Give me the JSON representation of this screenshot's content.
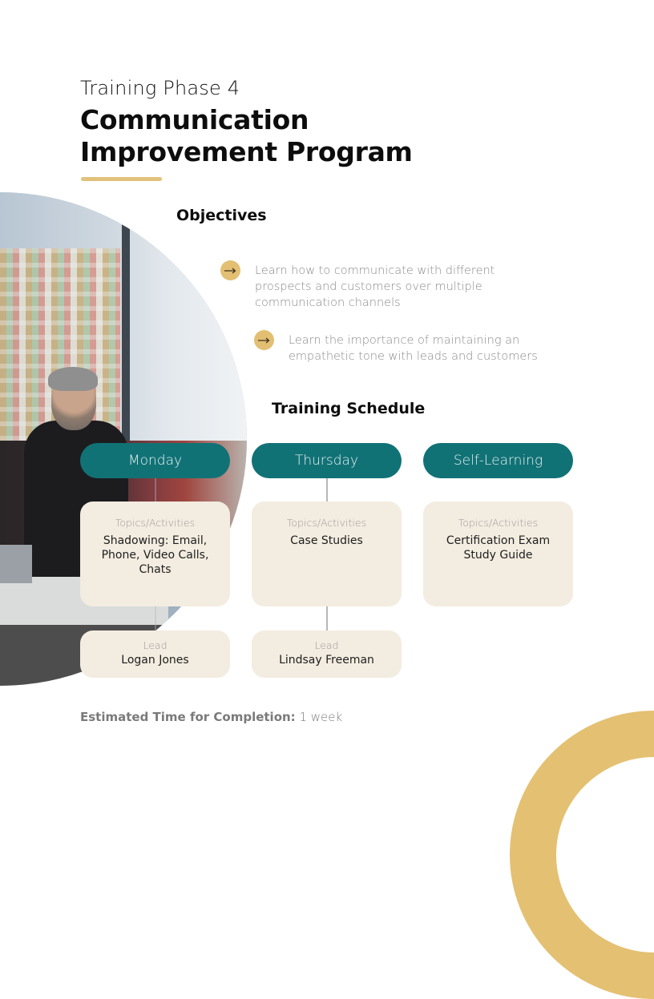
{
  "header": {
    "subtitle": "Training Phase 4",
    "title_line1": "Communication",
    "title_line2": "Improvement Program"
  },
  "objectives": {
    "heading": "Objectives",
    "bullet_icon": "arrow-right-icon",
    "items": [
      {
        "text": "Learn how to communicate with different prospects and customers over multiple communication channels"
      },
      {
        "text": "Learn the importance of maintaining an empathetic tone with leads and customers"
      }
    ]
  },
  "schedule": {
    "heading": "Training Schedule",
    "topics_label": "Topics/Activities",
    "lead_label": "Lead",
    "columns": [
      {
        "day": "Monday",
        "topics": "Shadowing: Email, Phone, Video Calls, Chats",
        "lead": "Logan Jones"
      },
      {
        "day": "Thursday",
        "topics": "Case Studies",
        "lead": "Lindsay Freeman"
      },
      {
        "day": "Self-Learning",
        "topics": "Certification Exam Study Guide"
      }
    ]
  },
  "footer": {
    "estimate_label": "Estimated Time for Completion:",
    "estimate_value": "1 week"
  },
  "colors": {
    "accent_gold": "#e2bf72",
    "teal": "#117276",
    "card_bg": "#f3ece0",
    "body_text": "#8a8a8a"
  },
  "photo": {
    "description": "man in dark sweater sitting on couch, thinking, with laptop on table"
  }
}
